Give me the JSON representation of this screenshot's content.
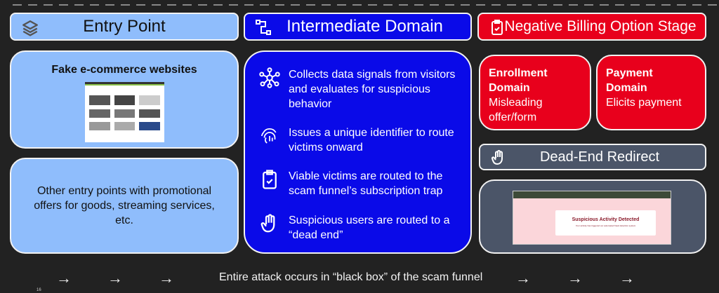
{
  "headers": {
    "entry": "Entry Point",
    "intermediate": "Intermediate Domain",
    "negative": "Negative Billing Option Stage",
    "dead_end": "Dead-End Redirect"
  },
  "entry": {
    "fake_title": "Fake e-commerce websites",
    "other_text": "Other entry points with promotional offers for goods, streaming services, etc."
  },
  "intermediate": {
    "items": [
      "Collects data signals from visitors and evaluates for suspicious behavior",
      "Issues a unique identifier to route victims onward",
      "Viable victims are routed to the scam funnel’s subscription trap",
      "Suspicious users are routed to a “dead end”"
    ]
  },
  "enrollment": {
    "title": "Enrollment Domain",
    "desc": "Misleading offer/form"
  },
  "payment": {
    "title": "Payment Domain",
    "desc": "Elicits payment"
  },
  "dead_end_screen": {
    "alert": "Suspicious Activity Detected",
    "sub": "Your activity has triggered our automated fraud detection system"
  },
  "footer": {
    "text": "Entire attack occurs in “black box” of the scam funnel",
    "arrow": "→",
    "page_number": "16"
  },
  "colors": {
    "light": "#8fbdfc",
    "blue": "#0a0ae8",
    "red": "#e8001c",
    "slate": "#4b5568"
  }
}
